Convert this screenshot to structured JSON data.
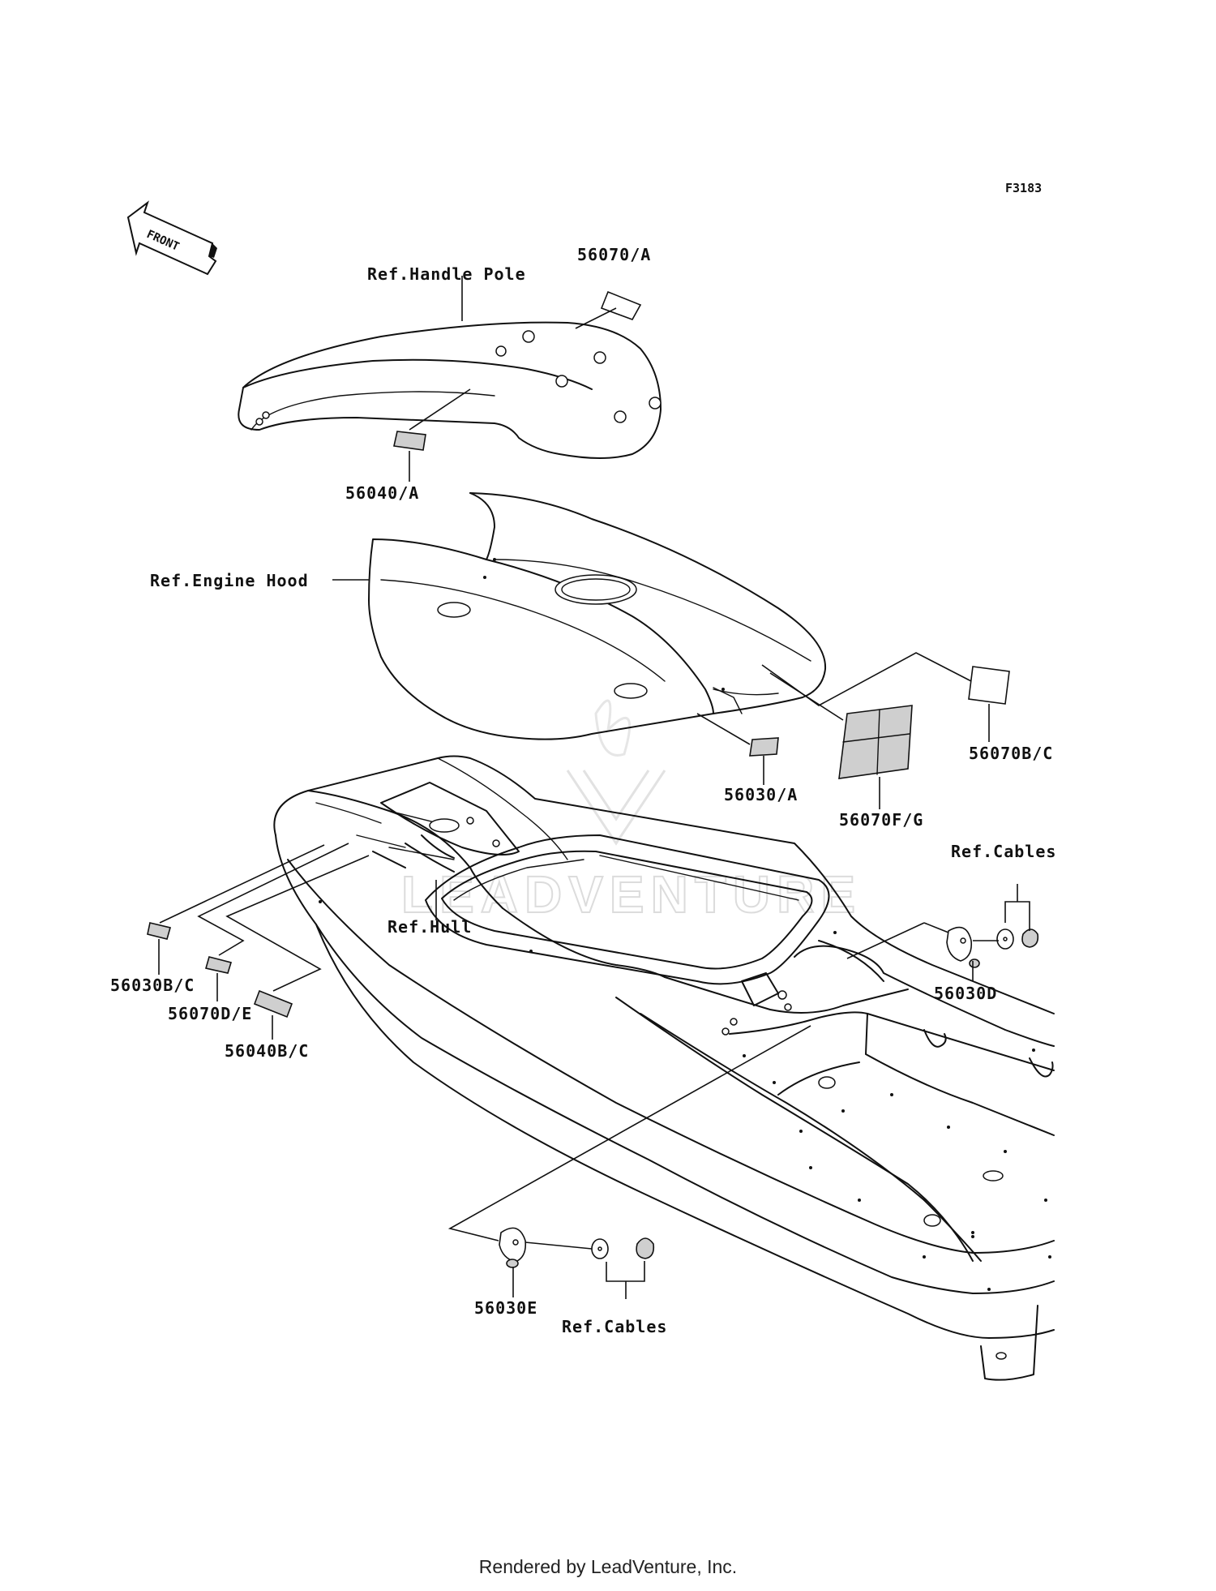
{
  "diagram": {
    "code": "F3183",
    "front_label": "FRONT",
    "watermark": "LEADVENTURE",
    "footer": "Rendered by LeadVenture, Inc.",
    "labels": {
      "handle_pole": "Ref.Handle Pole",
      "part_56070_a": "56070/A",
      "part_56040_a": "56040/A",
      "engine_hood": "Ref.Engine Hood",
      "part_56070_bc": "56070B/C",
      "part_56030_a": "56030/A",
      "part_56070_fg": "56070F/G",
      "cables_right": "Ref.Cables",
      "part_56030_d": "56030D",
      "part_56030_bc": "56030B/C",
      "part_56070_de": "56070D/E",
      "part_56040_bc": "56040B/C",
      "hull": "Ref.Hull",
      "part_56030_e": "56030E",
      "cables_bottom": "Ref.Cables"
    }
  }
}
